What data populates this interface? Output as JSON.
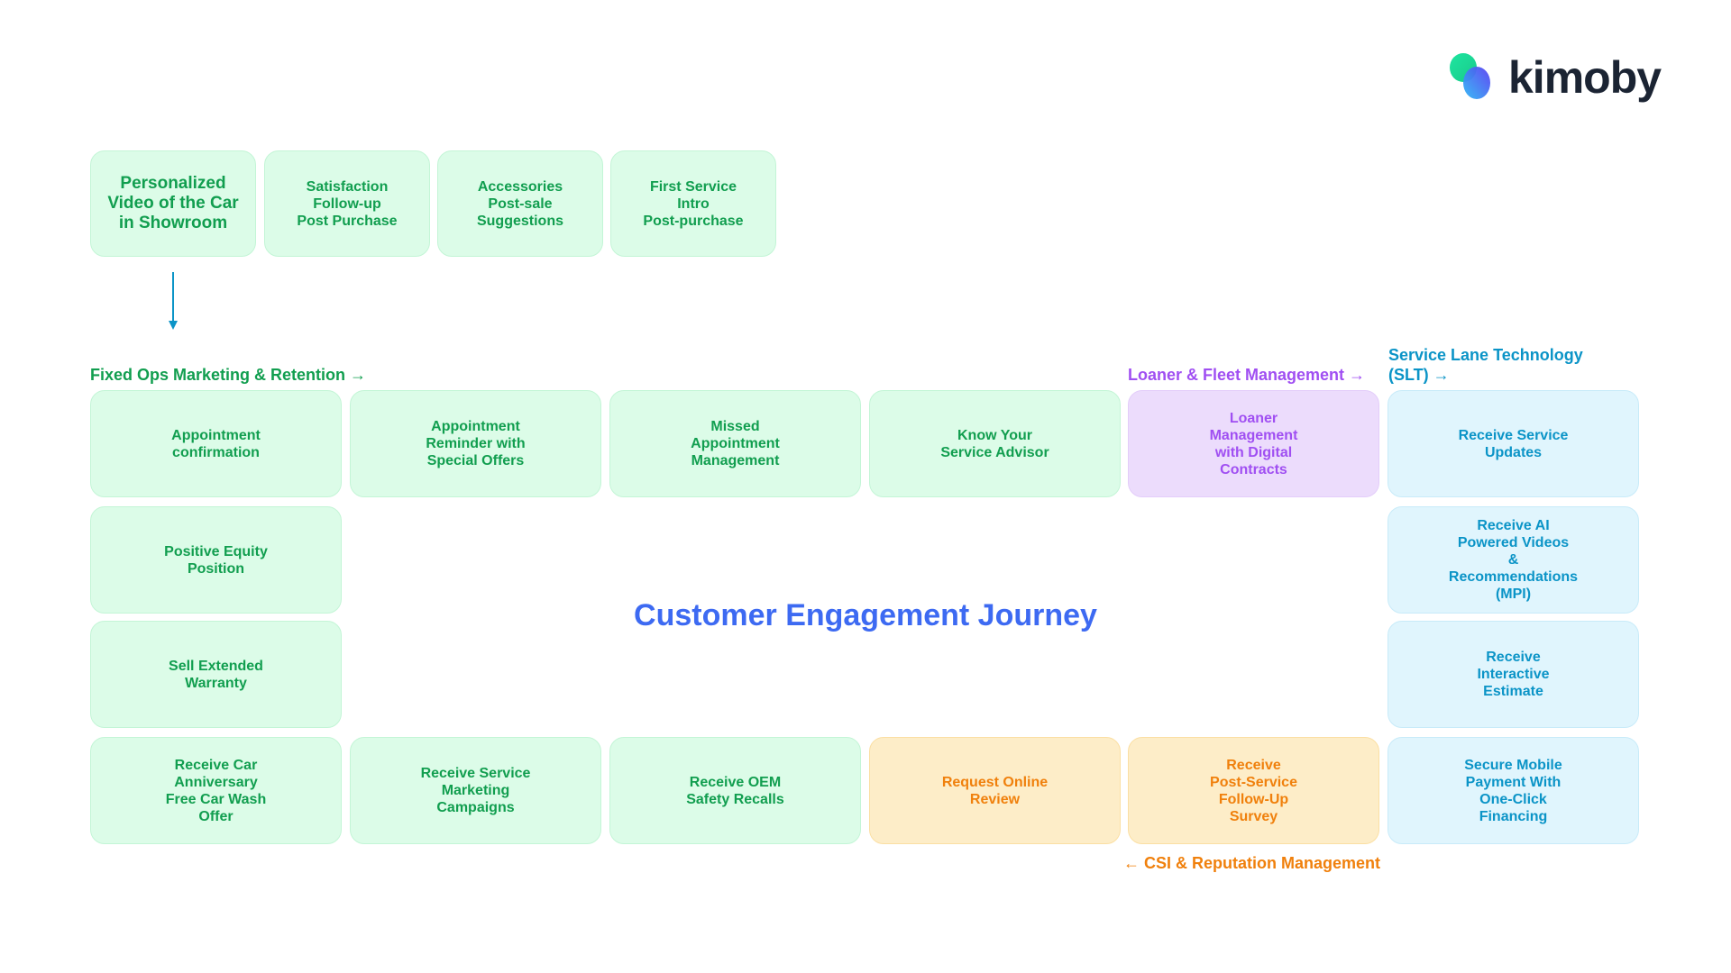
{
  "brand": {
    "name": "kimoby"
  },
  "title": "Customer Engagement Journey",
  "top_cards": [
    "Personalized\nVideo of the Car\nin Showroom",
    "Satisfaction\nFollow-up\nPost Purchase",
    "Accessories\nPost-sale\nSuggestions",
    "First Service\nIntro\nPost-purchase"
  ],
  "sections": {
    "fixed_ops": "Fixed Ops Marketing & Retention →",
    "loaner": "Loaner & Fleet Management →",
    "slt": "Service Lane Technology\n(SLT) →",
    "csi": "← CSI & Reputation Management"
  },
  "row0": [
    "Appointment\nconfirmation",
    "Appointment\nReminder with\nSpecial Offers",
    "Missed\nAppointment\nManagement",
    "Know Your\nService Advisor",
    "Loaner\nManagement\nwith Digital\nContracts",
    "Receive Service\nUpdates"
  ],
  "left_col": [
    "Positive Equity\nPosition",
    "Sell Extended\nWarranty"
  ],
  "right_col": [
    "Receive AI\nPowered Videos\n&\nRecommendations\n(MPI)",
    "Receive\nInteractive\nEstimate"
  ],
  "row3": [
    "Receive Car\nAnniversary\nFree Car Wash\nOffer",
    "Receive Service\nMarketing\nCampaigns",
    "Receive OEM\nSafety Recalls",
    "Request Online\nReview",
    "Receive\nPost-Service\nFollow-Up\nSurvey",
    "Secure Mobile\nPayment With\nOne-Click\nFinancing"
  ],
  "colors": {
    "green": "#119e4f",
    "purple": "#a04ff2",
    "blue": "#0b94c7",
    "orange": "#f0800c",
    "title": "#3d6af2"
  }
}
